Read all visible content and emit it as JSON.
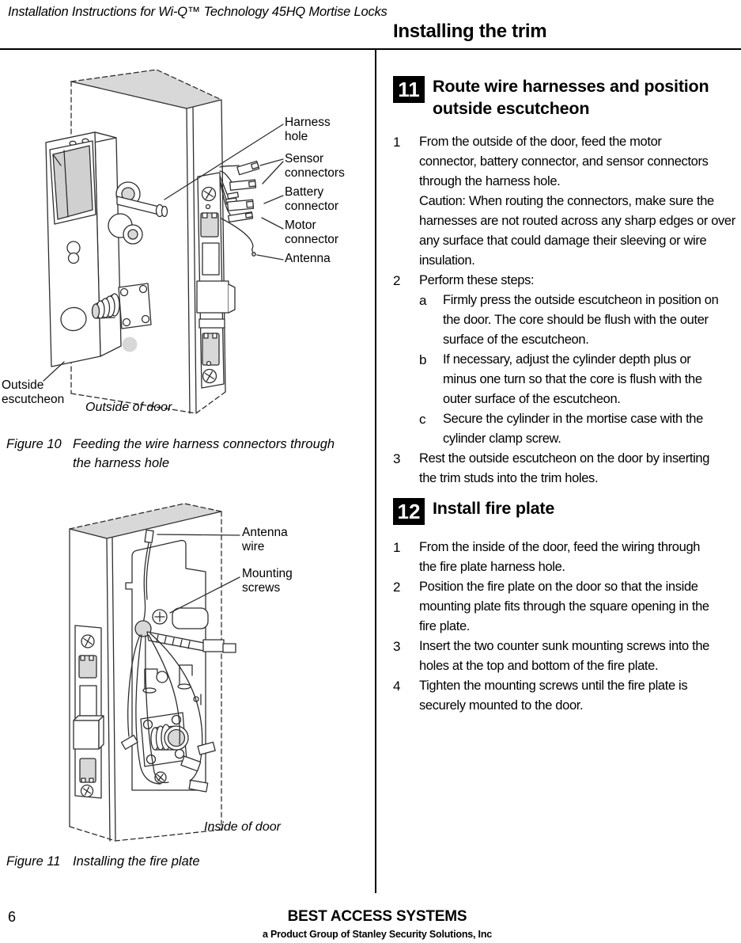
{
  "header": {
    "doc_title": "Installation Instructions for Wi-Q™ Technology 45HQ Mortise Locks",
    "section_title": "Installing the trim"
  },
  "steps": [
    {
      "number": "11",
      "title_lines": [
        "Route wire harnesses and position",
        "outside escutcheon"
      ],
      "items": [
        {
          "marker": "1",
          "lines": [
            "From the outside of the door, feed the motor",
            "connector, battery connector, and sensor connectors",
            "through the harness hole."
          ],
          "note_lines": [
            "Caution:  When routing the connectors, make sure the",
            "harnesses are not routed across any sharp edges or over",
            "any surface that could damage their sleeving or wire",
            "insulation."
          ]
        },
        {
          "marker": "2",
          "lines": [
            "Perform these steps:"
          ]
        },
        {
          "marker": "a",
          "lines": [
            "Firmly press the outside escutcheon in position on",
            "the door. The core should be flush with the outer",
            "surface of the escutcheon."
          ]
        },
        {
          "marker": "b",
          "lines": [
            "If necessary, adjust the cylinder depth plus or",
            "minus one turn so that the core is flush with the",
            "outer surface of the escutcheon."
          ]
        },
        {
          "marker": "c",
          "lines": [
            "Secure the cylinder in the mortise case with the",
            "cylinder clamp screw."
          ]
        },
        {
          "marker": "3",
          "lines": [
            "Rest the outside escutcheon on the door by inserting",
            "the trim studs into the trim holes."
          ]
        }
      ]
    },
    {
      "number": "12",
      "title_lines": [
        "Install fire plate"
      ],
      "items": [
        {
          "marker": "1",
          "lines": [
            "From the inside of the door, feed the wiring through",
            "the fire plate harness hole."
          ]
        },
        {
          "marker": "2",
          "lines": [
            "Position the fire plate on the door so that the inside",
            "mounting plate fits through the square opening in the",
            "fire plate."
          ]
        },
        {
          "marker": "3",
          "lines": [
            "Insert the two counter sunk mounting screws into the",
            "holes at the top and bottom of the fire plate."
          ]
        },
        {
          "marker": "4",
          "lines": [
            "Tighten the mounting screws until the fire plate is",
            "securely mounted to the door."
          ]
        }
      ]
    }
  ],
  "figures": {
    "fig10": {
      "caption_label": "Figure 10",
      "caption_lines": [
        "Feeding the wire harness connectors through",
        "the harness hole"
      ],
      "labels": {
        "harness_hole": [
          "Harness",
          "hole"
        ],
        "sensor_connectors": [
          "Sensor",
          "connectors"
        ],
        "battery_connector": [
          "Battery",
          "connector"
        ],
        "motor_connector": [
          "Motor",
          "connector"
        ],
        "antenna": [
          "Antenna"
        ],
        "outside_escutcheon": [
          "Outside",
          "escutcheon"
        ],
        "outside_of_door": [
          "Outside of door"
        ]
      }
    },
    "fig11": {
      "caption_label": "Figure 11",
      "caption_lines": [
        "Installing the fire plate"
      ],
      "labels": {
        "antenna_wire": [
          "Antenna",
          "wire"
        ],
        "mounting_screws": [
          "Mounting",
          "screws"
        ],
        "inside_of_door": [
          "Inside of door"
        ]
      }
    }
  },
  "footer": {
    "page_number": "6",
    "company": "BEST ACCESS SYSTEMS",
    "tagline": "a Product Group of Stanley Security Solutions, Inc"
  },
  "colors": {
    "badge_background": "#000000",
    "badge_number": "#ffffff",
    "diagram_shade_gray": "#d8d8d8",
    "diagram_line": "#2f2f2f",
    "rule_black": "#000000"
  }
}
